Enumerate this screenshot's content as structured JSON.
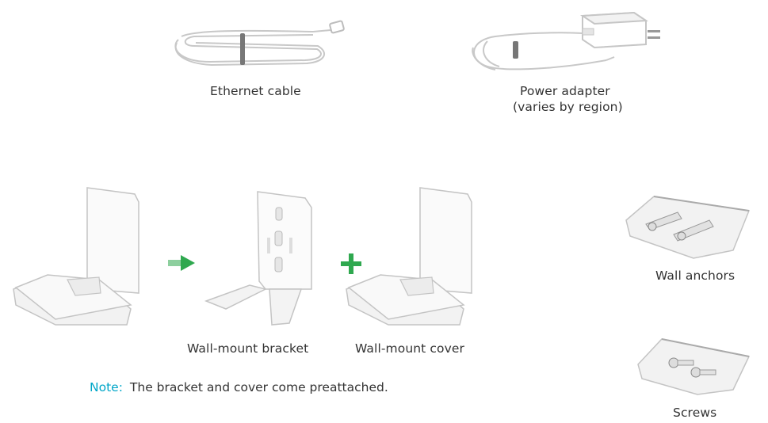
{
  "items": {
    "ethernet_cable": {
      "label": "Ethernet cable"
    },
    "power_adapter": {
      "label": "Power adapter",
      "sublabel": "(varies by region)"
    },
    "wall_mount_bracket": {
      "label": "Wall-mount bracket"
    },
    "wall_mount_cover": {
      "label": "Wall-mount cover"
    },
    "wall_anchors": {
      "label": "Wall anchors"
    },
    "screws": {
      "label": "Screws"
    }
  },
  "note": {
    "label": "Note:",
    "text": "The bracket and cover come preattached."
  },
  "colors": {
    "accent_green": "#2fa84f",
    "note_blue": "#00a6c8",
    "outline": "#b8b8b8"
  }
}
